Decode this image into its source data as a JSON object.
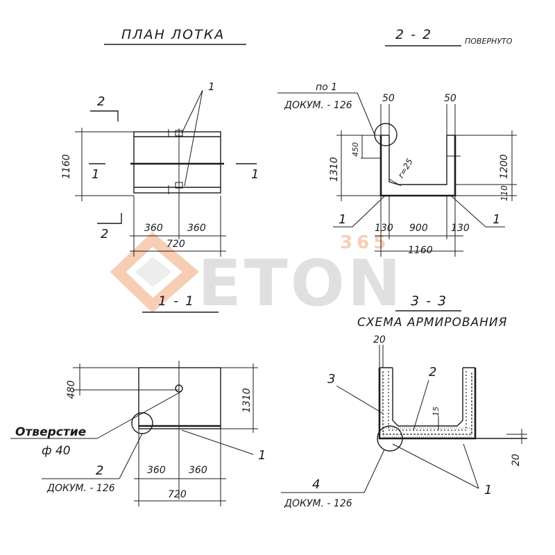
{
  "titles": {
    "plan": "ПЛАН ЛОТКА",
    "section_22": "2 - 2",
    "section_22_note": "ПОВЕРНУТО",
    "section_11": "1 - 1",
    "section_33": "3 - 3",
    "reinforcement_scheme": "СХЕМА АРМИРОВАНИЯ"
  },
  "plan_view": {
    "dim_height": "1160",
    "dim_half_left": "360",
    "dim_half_right": "360",
    "dim_width": "720",
    "cut_2_top": "2",
    "cut_2_bottom": "2",
    "cut_1_left": "1",
    "cut_1_right": "1",
    "mark_1": "1"
  },
  "section_22_view": {
    "ref_line1": "по 1",
    "ref_line2": "ДОКУМ. - 126",
    "dim_wall_left": "50",
    "dim_wall_right": "50",
    "dim_total_height": "1310",
    "dim_450": "450",
    "dim_radius": "r=25",
    "dim_1200": "1200",
    "dim_110": "110",
    "dim_130_left": "130",
    "dim_900": "900",
    "dim_130_right": "130",
    "dim_1160": "1160",
    "mark_1_left": "1",
    "mark_1_right": "1"
  },
  "section_11_view": {
    "dim_480": "480",
    "dim_1310": "1310",
    "hole_label": "Отверстие",
    "hole_size": "ф 40",
    "ref_2": "2",
    "ref_2_doc": "ДОКУМ. - 126",
    "mark_1": "1",
    "dim_360_left": "360",
    "dim_360_right": "360",
    "dim_720": "720"
  },
  "section_33_view": {
    "dim_20_top": "20",
    "dim_20_side": "20",
    "dim_15": "15",
    "mark_3": "3",
    "mark_2": "2",
    "mark_1": "1",
    "ref_4": "4",
    "ref_4_doc": "ДОКУМ. - 126"
  },
  "watermark": {
    "brand": "ETON",
    "small": "365",
    "logo_color": "#f2a77a",
    "text_color": "#c7c7c7"
  }
}
